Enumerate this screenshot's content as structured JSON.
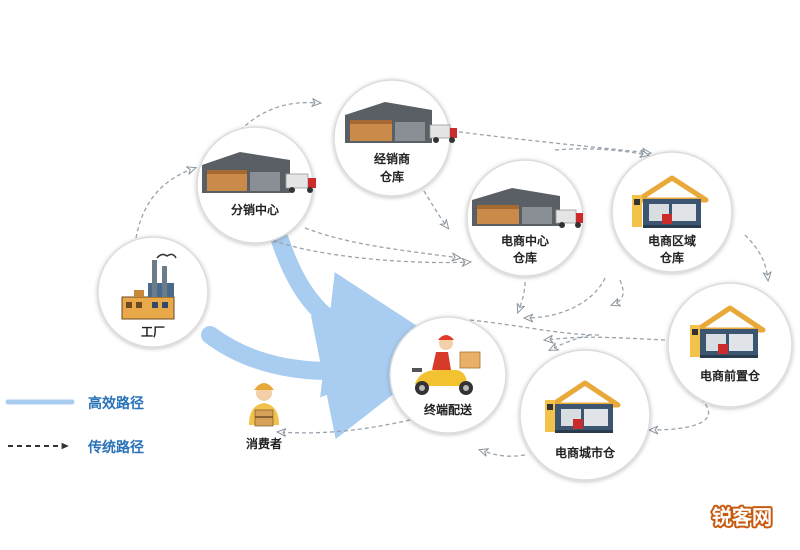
{
  "nodes": {
    "factory": {
      "label": "工厂"
    },
    "distribution_center": {
      "label": "分销中心"
    },
    "dealer_warehouse": {
      "line1": "经销商",
      "line2": "仓库"
    },
    "ecommerce_center_warehouse": {
      "line1": "电商中心",
      "line2": "仓库"
    },
    "ecommerce_regional_warehouse": {
      "line1": "电商区域",
      "line2": "仓库"
    },
    "ecommerce_front_warehouse": {
      "label": "电商前置仓"
    },
    "ecommerce_city_warehouse": {
      "label": "电商城市仓"
    },
    "last_mile_delivery": {
      "label": "终端配送"
    },
    "consumer": {
      "label": "消费者"
    }
  },
  "legend": {
    "efficient_path": "高效路径",
    "traditional_path": "传统路径"
  },
  "watermark": "锐客网",
  "colors": {
    "efficient_path": "#a9cdf0",
    "traditional_path": "#9aa3ab",
    "legend_text": "#2a72b8",
    "watermark_text": "#e86a10"
  }
}
